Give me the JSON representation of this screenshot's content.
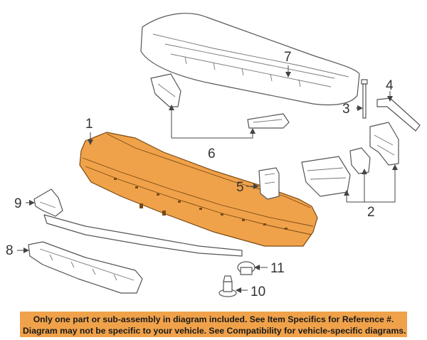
{
  "diagram": {
    "callouts": [
      "1",
      "2",
      "3",
      "4",
      "5",
      "6",
      "7",
      "8",
      "9",
      "10",
      "11"
    ]
  },
  "notice": {
    "line1": "Only one part or sub-assembly in diagram included. See Item Specifics for Reference #.",
    "line2": "Diagram may not be specific to your vehicle. See Compatibility for vehicle-specific diagrams."
  },
  "colors": {
    "highlight_part": "#f0a24a",
    "notice_background": "#f0a24a",
    "line_art": "#555555"
  }
}
